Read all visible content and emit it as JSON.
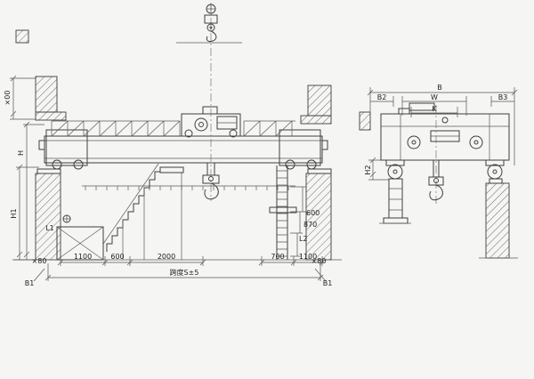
{
  "page": {
    "background": "#f5f5f4",
    "line_color": "#3f3f3f"
  },
  "left_view": {
    "name": "crane-front-elevation",
    "dims": {
      "clearance_top": "×00",
      "height_h": "H",
      "height_h1": "H1",
      "label_l1": "L1",
      "label_l2": "L2",
      "side_600": "600",
      "side_870": "870",
      "bottom_1100_a": "1100",
      "bottom_600": "600",
      "bottom_2000": "2000",
      "bottom_700": "700",
      "bottom_1100_b": "1100",
      "span": "跨度S±5",
      "b1_left": "B1",
      "b1_right": "B1",
      "x80_left": "×80",
      "x80_right": "×80"
    }
  },
  "right_view": {
    "name": "crane-side-elevation",
    "dims": {
      "overall_b": "B",
      "b2": "B2",
      "b3": "B3",
      "w": "W",
      "k": "K",
      "h2": "H2"
    }
  }
}
